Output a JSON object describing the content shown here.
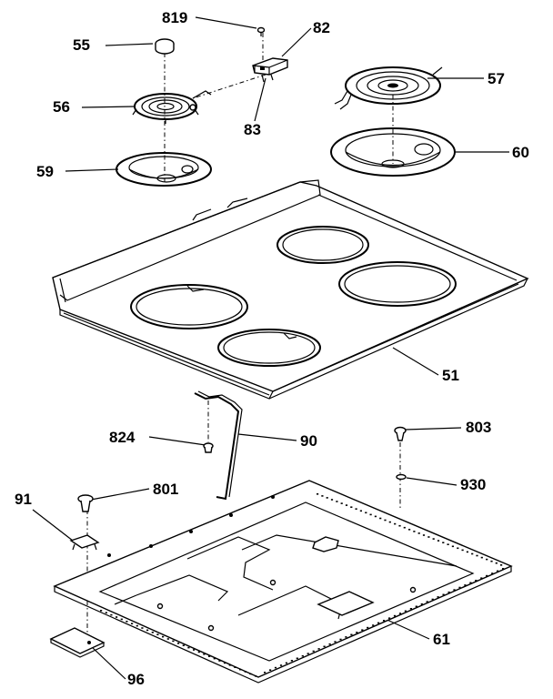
{
  "diagram": {
    "callouts": [
      {
        "id": "c819",
        "label": "819"
      },
      {
        "id": "c82",
        "label": "82"
      },
      {
        "id": "c55",
        "label": "55"
      },
      {
        "id": "c57",
        "label": "57"
      },
      {
        "id": "c56",
        "label": "56"
      },
      {
        "id": "c83",
        "label": "83"
      },
      {
        "id": "c59",
        "label": "59"
      },
      {
        "id": "c60",
        "label": "60"
      },
      {
        "id": "c51",
        "label": "51"
      },
      {
        "id": "c824",
        "label": "824"
      },
      {
        "id": "c90",
        "label": "90"
      },
      {
        "id": "c803",
        "label": "803"
      },
      {
        "id": "c91",
        "label": "91"
      },
      {
        "id": "c801",
        "label": "801"
      },
      {
        "id": "c930",
        "label": "930"
      },
      {
        "id": "c61",
        "label": "61"
      },
      {
        "id": "c96",
        "label": "96"
      }
    ]
  }
}
